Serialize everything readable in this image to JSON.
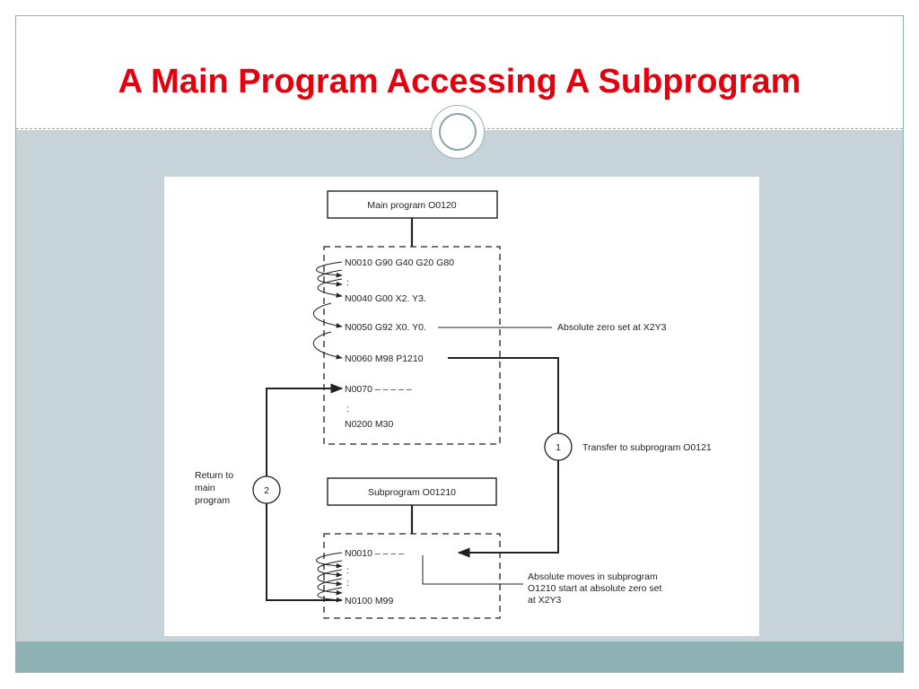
{
  "slide": {
    "title": "A Main Program Accessing A Subprogram"
  },
  "diagram": {
    "main_program_title": "Main program O0120",
    "main_lines": [
      "N0010 G90 G40 G20 G80",
      ":",
      "N0040 G00 X2. Y3.",
      "N0050 G92 X0. Y0.",
      "N0060 M98 P1210",
      "N0070 – – – – –",
      ":",
      "N0200 M30"
    ],
    "annotation_zero": "Absolute zero set at X2Y3",
    "step1_number": "1",
    "step1_label": "Transfer to subprogram O0121",
    "step2_number": "2",
    "return_label_lines": [
      "Return to",
      "main",
      "program"
    ],
    "sub_program_title": "Subprogram O01210",
    "sub_lines": [
      "N0010 – – – –",
      ":",
      ":",
      "N0100 M99"
    ],
    "note_lines": [
      "Absolute moves in subprogram",
      "O1210 start at absolute zero set",
      "at X2Y3"
    ]
  },
  "colors": {
    "title": "#e3000f",
    "content_band": "#c6d3d8",
    "footer_band": "#8eb1b3",
    "frame": "#8fb0b4"
  }
}
